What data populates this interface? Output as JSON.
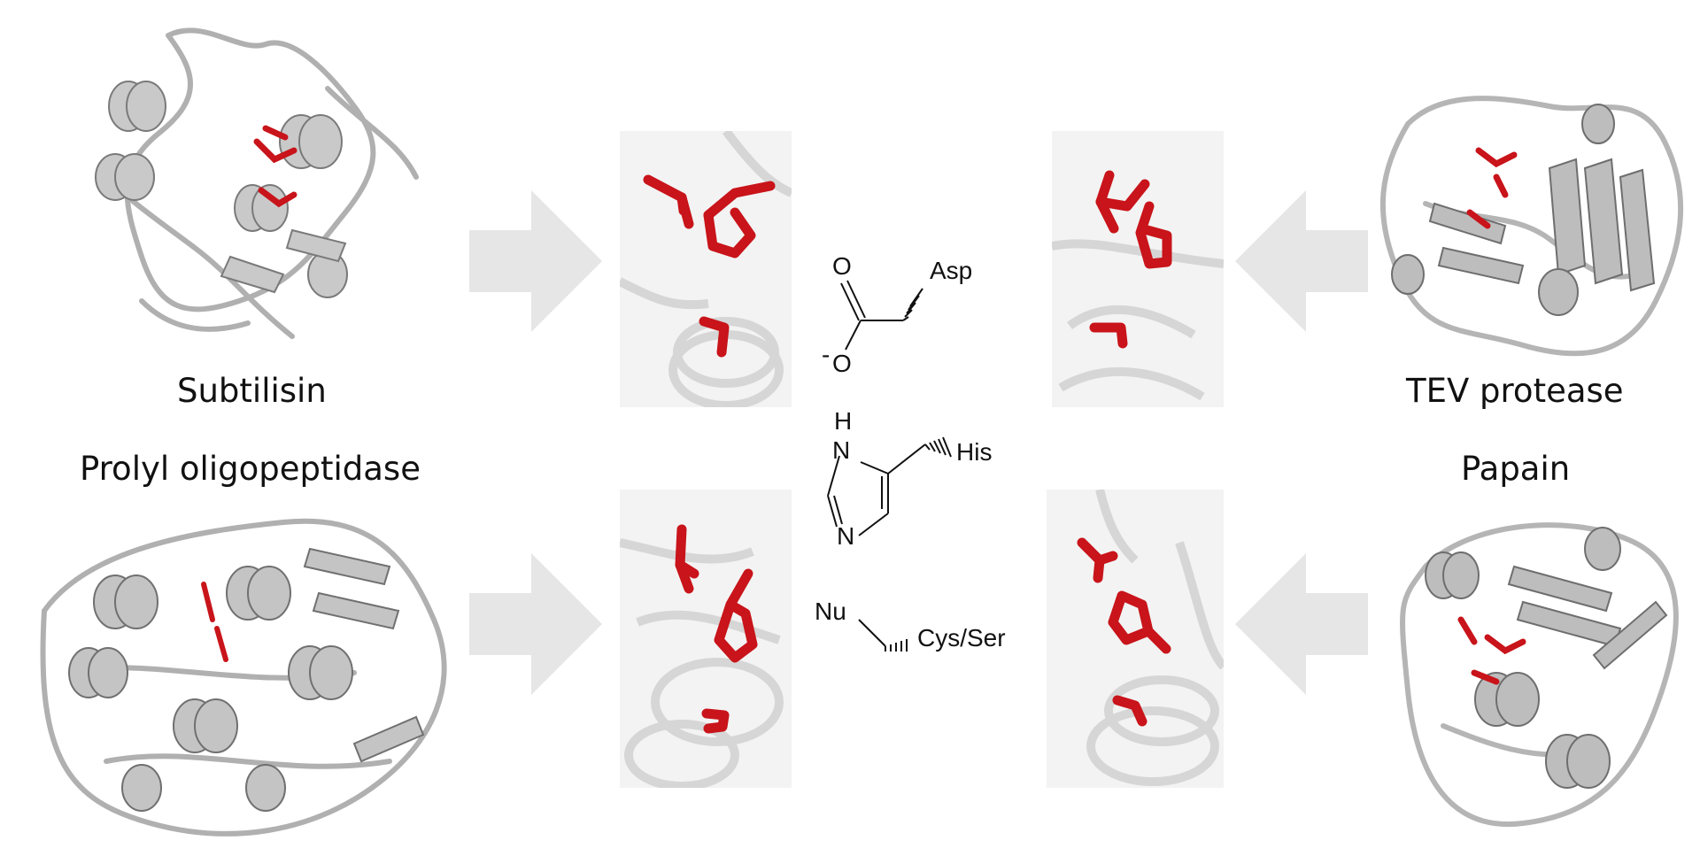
{
  "labels": {
    "top_left": "Subtilisin",
    "top_right": "TEV protease",
    "bottom_left": "Prolyl oligopeptidase",
    "bottom_right": "Papain"
  },
  "chem": {
    "oxygen_top": "O",
    "oxygen_minus": "O",
    "charge": "-",
    "asp": "Asp",
    "nh_h": "H",
    "nh_n": "N",
    "n_lower": "N",
    "his": "His",
    "nu": "Nu",
    "cys_ser": "Cys/Ser"
  },
  "colors": {
    "active_site": "#c8141a",
    "protein": "#9a9a9a",
    "arrow": "#e6e6e6"
  }
}
